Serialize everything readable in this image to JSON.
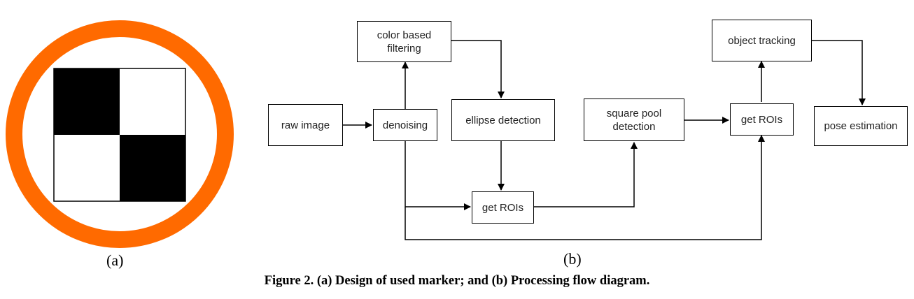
{
  "marker": {
    "ring_color": "#ff6a00",
    "label": "(a)"
  },
  "flow": {
    "label": "(b)",
    "nodes": {
      "raw_image": "raw image",
      "denoising": "denoising",
      "color_filtering": "color based\nfiltering",
      "ellipse_detection": "ellipse detection",
      "get_rois_1": "get ROIs",
      "square_pool": "square pool\ndetection",
      "get_rois_2": "get ROIs",
      "object_tracking": "object tracking",
      "pose_estimation": "pose estimation"
    }
  },
  "caption": "Figure 2. (a) Design of used marker; and (b) Processing flow diagram."
}
